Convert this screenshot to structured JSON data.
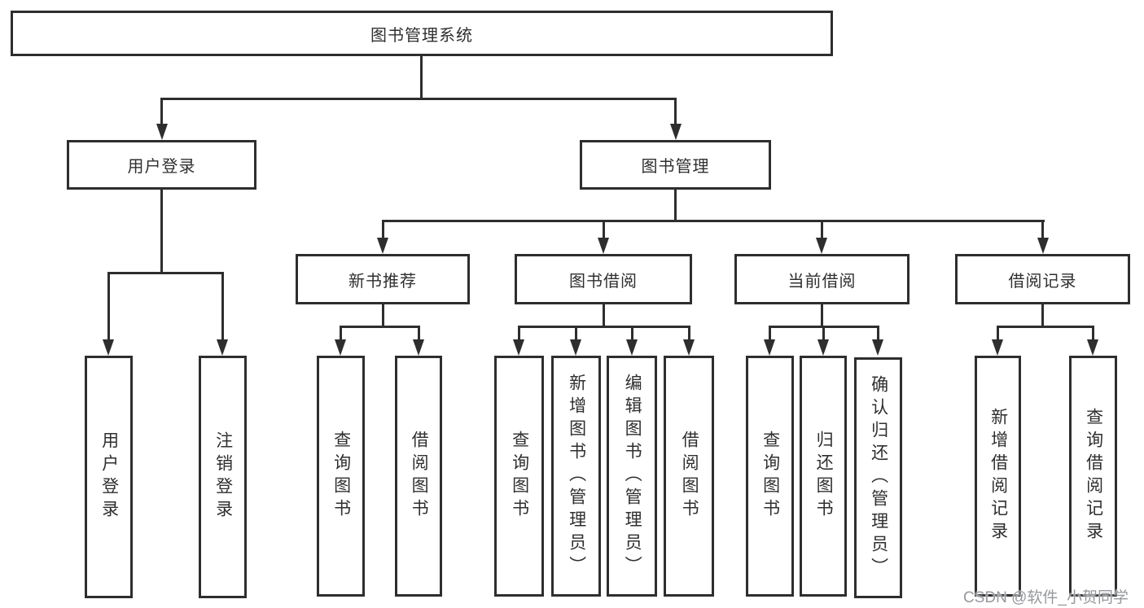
{
  "tree": {
    "root": {
      "label": "图书管理系统"
    },
    "branches": [
      {
        "label": "用户登录",
        "children": [
          {
            "label": "用户登录"
          },
          {
            "label": "注销登录"
          }
        ]
      },
      {
        "label": "图书管理",
        "children": [
          {
            "label": "新书推荐",
            "children": [
              {
                "label": "查询图书"
              },
              {
                "label": "借阅图书"
              }
            ]
          },
          {
            "label": "图书借阅",
            "children": [
              {
                "label": "查询图书"
              },
              {
                "label": "新增图书（管理员）"
              },
              {
                "label": "编辑图书（管理员）"
              },
              {
                "label": "借阅图书"
              }
            ]
          },
          {
            "label": "当前借阅",
            "children": [
              {
                "label": "查询图书"
              },
              {
                "label": "归还图书"
              },
              {
                "label": "确认归还（管理员）"
              }
            ]
          },
          {
            "label": "借阅记录",
            "children": [
              {
                "label": "新增借阅记录"
              },
              {
                "label": "查询借阅记录"
              }
            ]
          }
        ]
      }
    ]
  },
  "watermark": {
    "text": "CSDN @软件_小贺同学"
  },
  "colors": {
    "line": "#2e2e2e",
    "text": "#2f2f2f",
    "watermark": "#96989d",
    "background": "#ffffff"
  }
}
